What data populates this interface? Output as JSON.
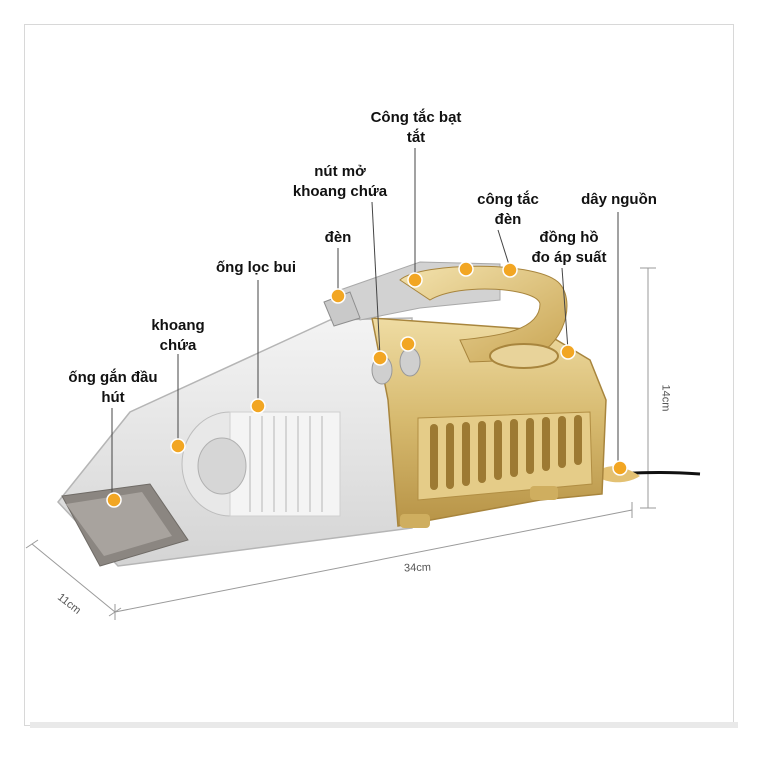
{
  "labels": {
    "cong_tac_bat_tat": "Công tắc bạt\ntắt",
    "nut_mo_khoang_chua": "nút mở\nkhoang chứa",
    "cong_tac_den": "công tắc\nđèn",
    "day_nguon": "dây nguồn",
    "den": "đèn",
    "dong_ho_do_ap_suat": "đồng hồ\nđo áp suất",
    "ong_loc_bui": "ống lọc bui",
    "khoang_chua": "khoang\nchứa",
    "ong_gan_dau_hut": "ống gắn đầu\nhút"
  },
  "dimensions": {
    "length": "34cm",
    "width": "11cm",
    "height": "14cm"
  },
  "colors": {
    "callout_dot": "#f2a623",
    "gold_body": "#d9bf7a",
    "gold_dark": "#b8964a",
    "transparent_chamber": "#d9d9d9",
    "silver": "#cfcfcf",
    "dimension_line": "#9a9a9a"
  }
}
